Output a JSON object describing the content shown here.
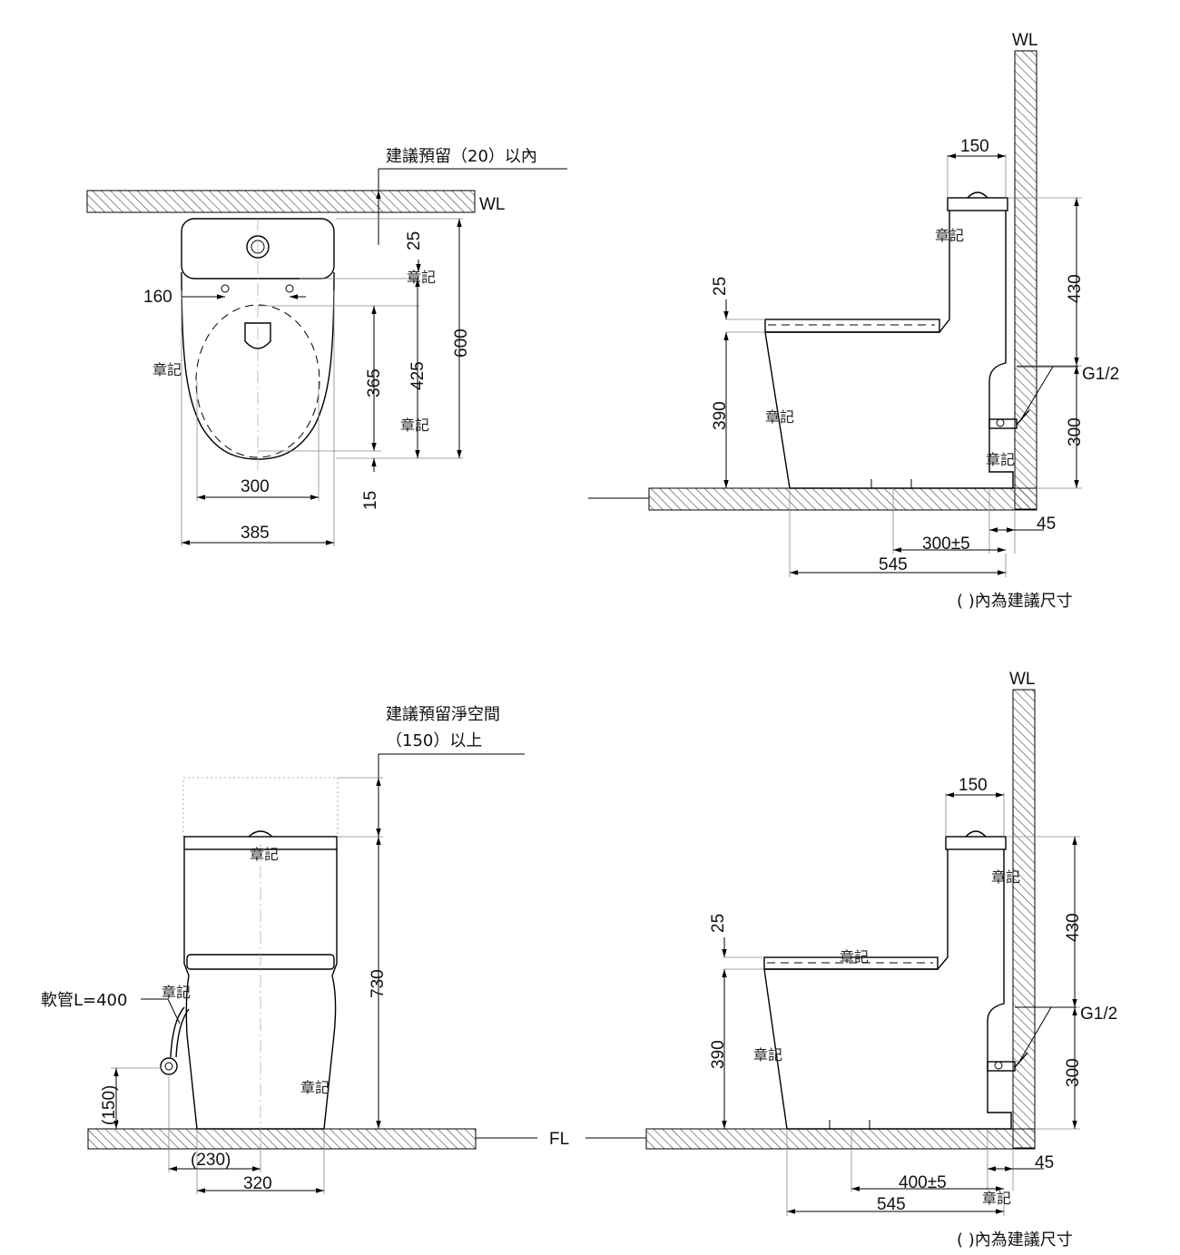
{
  "labels": {
    "wl": "WL",
    "fl": "FL",
    "stamp": "章記",
    "g_half": "G1/2",
    "note": "(        )內為建議尺寸",
    "top_note": "建議預留（20）以內",
    "clear_line1": "建議預留淨空間",
    "clear_line2": "（150）以上",
    "hose": "軟管L=400"
  },
  "plan_view": {
    "d_25": "25",
    "d_160": "160",
    "d_600": "600",
    "d_365": "365",
    "d_425": "425",
    "d_15": "15",
    "d_300": "300",
    "d_385": "385"
  },
  "side_view_top": {
    "d_150": "150",
    "d_430": "430",
    "d_25": "25",
    "d_390": "390",
    "d_300": "300",
    "d_45": "45",
    "d_300pm5": "300±5",
    "d_545": "545"
  },
  "front_view": {
    "d_730": "730",
    "d_150p": "(150)",
    "d_230p": "(230)",
    "d_320": "320"
  },
  "side_view_bottom": {
    "d_150": "150",
    "d_430": "430",
    "d_25": "25",
    "d_390": "390",
    "d_300": "300",
    "d_45": "45",
    "d_400pm5": "400±5",
    "d_545": "545"
  }
}
